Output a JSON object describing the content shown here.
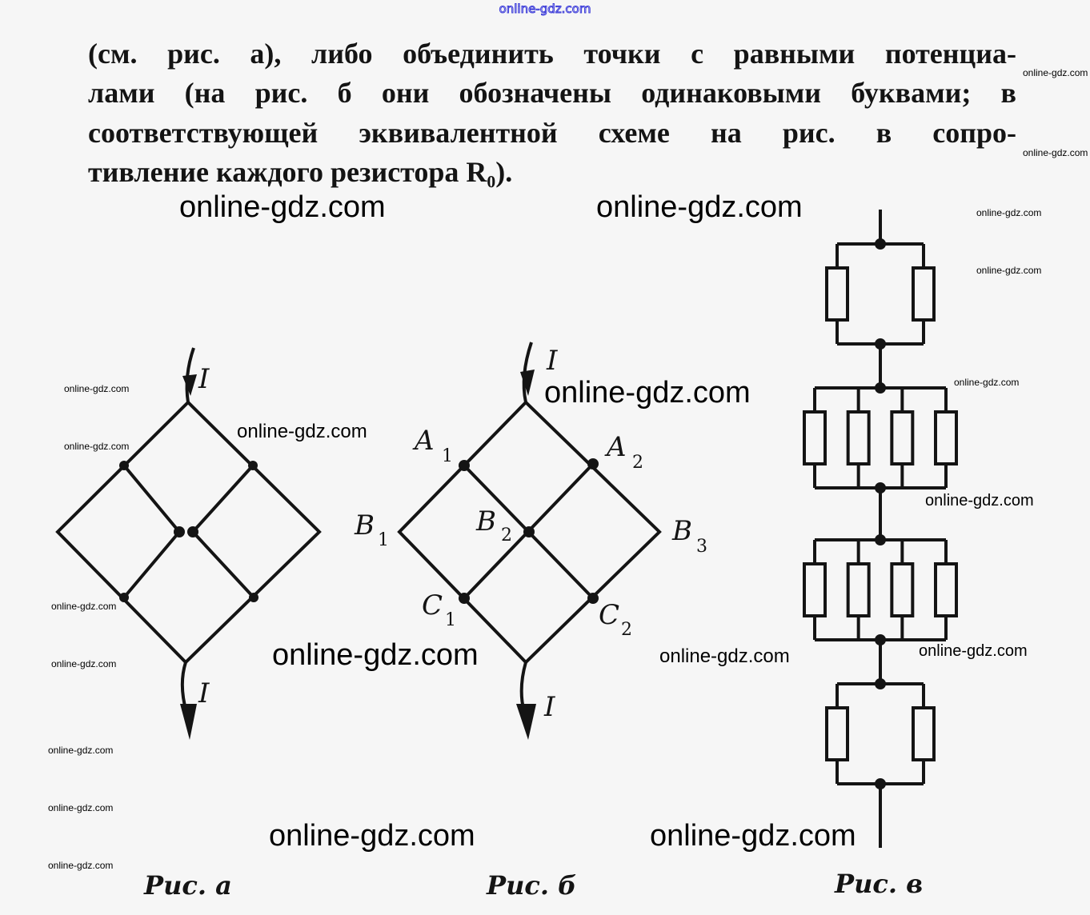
{
  "header_watermark": "online-gdz.com",
  "text_lines": [
    "(см. рис. а), либо объединить точки с равными потенциа-",
    "лами (на рис. б они обозначены одинаковыми буквами; в",
    "соответствующей эквивалентной схеме на рис. в сопро-",
    "тивление каждого резистора R₀)."
  ],
  "watermark": "online-gdz.com",
  "figures": {
    "a": {
      "caption": "Рис. а",
      "current_in": "I",
      "current_out": "I"
    },
    "b": {
      "caption": "Рис. б",
      "current_in": "I",
      "current_out": "I",
      "nodes": [
        {
          "letter": "A",
          "index": "1"
        },
        {
          "letter": "A",
          "index": "2"
        },
        {
          "letter": "B",
          "index": "1"
        },
        {
          "letter": "B",
          "index": "2"
        },
        {
          "letter": "B",
          "index": "3"
        },
        {
          "letter": "C",
          "index": "1"
        },
        {
          "letter": "C",
          "index": "2"
        }
      ]
    },
    "c": {
      "caption": "Рис. в",
      "resistor_groups": [
        2,
        4,
        4,
        2
      ]
    }
  }
}
